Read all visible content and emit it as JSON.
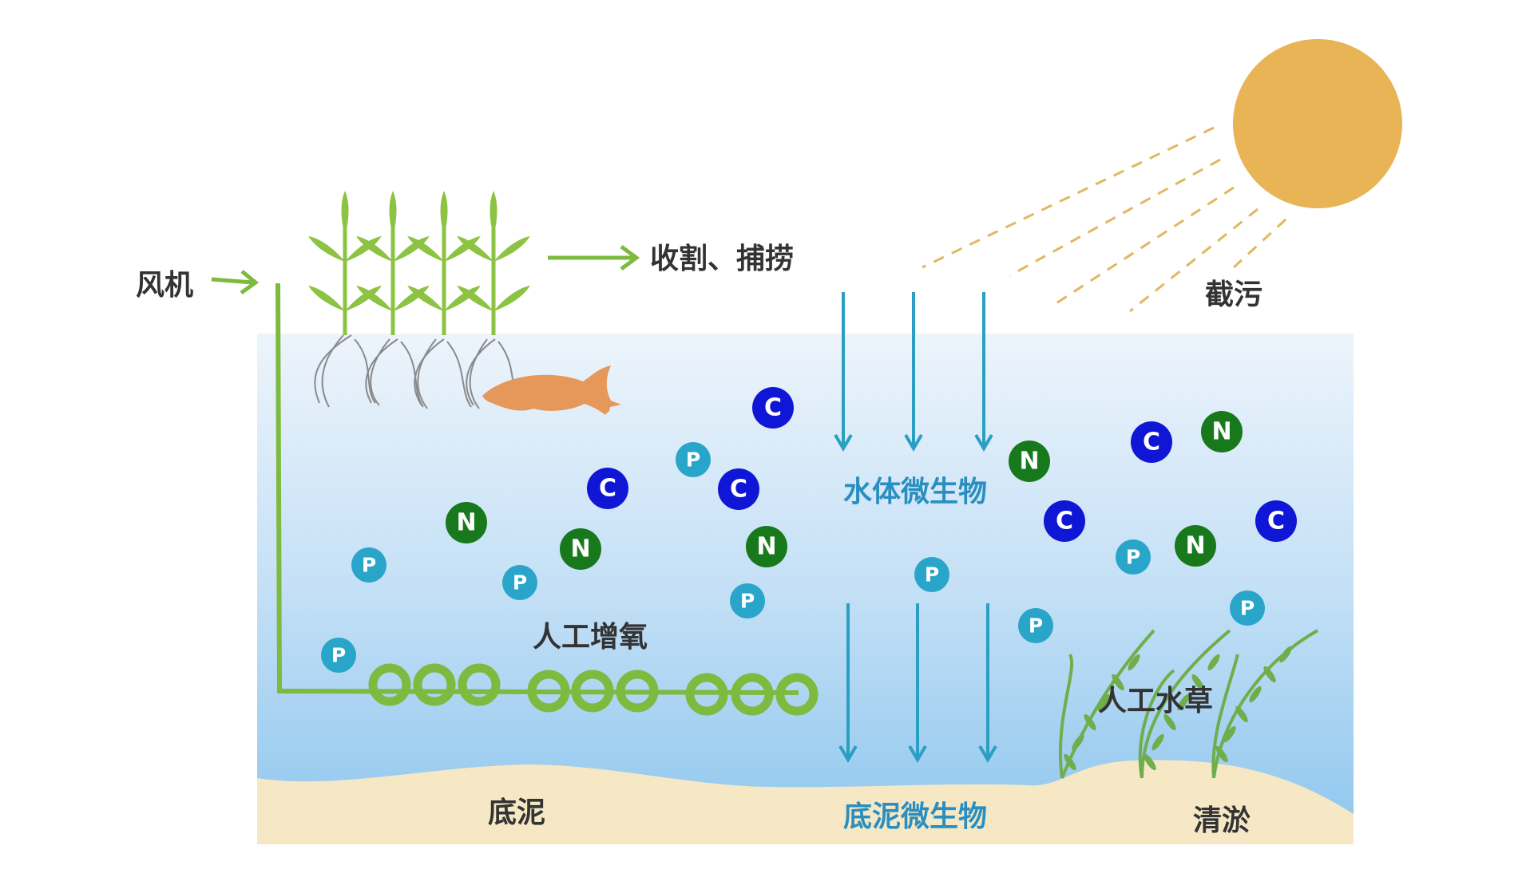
{
  "labels": {
    "blower": "风机",
    "harvest": "收割、捕捞",
    "interception": "截污",
    "water_microbes": "水体微生物",
    "aeration": "人工增氧",
    "artificial_grass": "人工水草",
    "sediment": "底泥",
    "sediment_microbes": "底泥微生物",
    "dredging": "清淤"
  },
  "particles": {
    "carbon": "C",
    "nitrogen": "N",
    "phosphorus": "P"
  },
  "colors": {
    "sun": "#E8B455",
    "sun_ray": "#E1B85E",
    "water_top": "#EDF4FB",
    "water_bottom": "#8FC8EE",
    "sediment": "#F6E8C5",
    "plant": "#8DC342",
    "aeration_pipe": "#7DBA3F",
    "fish": "#E5985A",
    "arrow_green": "#7DBA3F",
    "arrow_blue": "#2A9FC2",
    "carbon": "#1016D6",
    "nitrogen": "#18791C",
    "phosphorus": "#2AA5CA",
    "text_dark": "#333333",
    "text_blue": "#2A8FC0"
  },
  "icons": [
    "sun-icon",
    "plant-icon",
    "fish-icon",
    "aeration-diffuser-icon",
    "seaweed-icon"
  ]
}
